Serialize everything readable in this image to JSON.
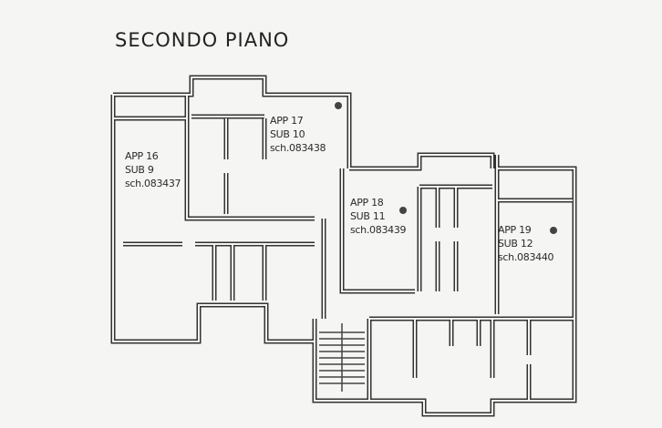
{
  "title": "SECONDO PIANO",
  "units": [
    {
      "app": "APP 16",
      "sub": "SUB 9",
      "sch": "sch.083437"
    },
    {
      "app": "APP 17",
      "sub": "SUB 10",
      "sch": "sch.083438"
    },
    {
      "app": "APP 18",
      "sub": "SUB 11",
      "sch": "sch.083439"
    },
    {
      "app": "APP 19",
      "sub": "SUB 12",
      "sch": "sch.083440"
    }
  ]
}
